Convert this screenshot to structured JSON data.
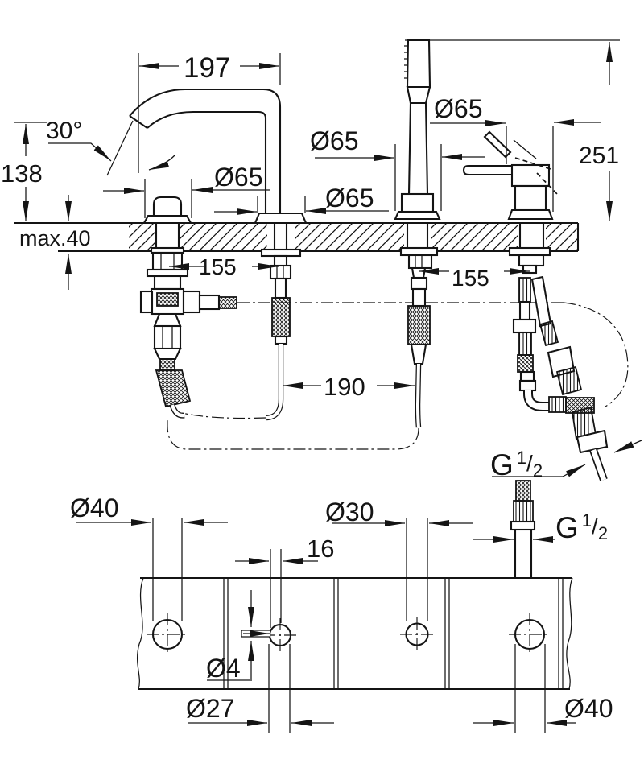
{
  "elevation": {
    "dim_spout_reach": "197",
    "dim_spout_angle": "30°",
    "dim_spout_height": "138",
    "dim_deck_thickness": "max.40",
    "dim_valve_escutcheon": "Ø65",
    "dim_spout_escutcheon": "Ø65",
    "dim_shower_escutcheon": "Ø65",
    "dim_mixer_escutcheon": "Ø65",
    "dim_overall_height": "251",
    "dim_spacing_valve_spout": "155",
    "dim_spacing_shower_mixer": "155",
    "dim_hose_spacing": "190",
    "thread_hose": {
      "g": "G",
      "num": "1",
      "slash": "/",
      "den": "2"
    }
  },
  "plan": {
    "dim_hole_valve": "Ø40",
    "dim_hole_shower": "Ø30",
    "dim_pin_offset": "16",
    "dim_pin_hole": "Ø4",
    "dim_hole_spout": "Ø27",
    "dim_hole_mixer": "Ø40",
    "thread_hose": {
      "g": "G",
      "num": "1",
      "slash": "/",
      "den": "2"
    }
  }
}
